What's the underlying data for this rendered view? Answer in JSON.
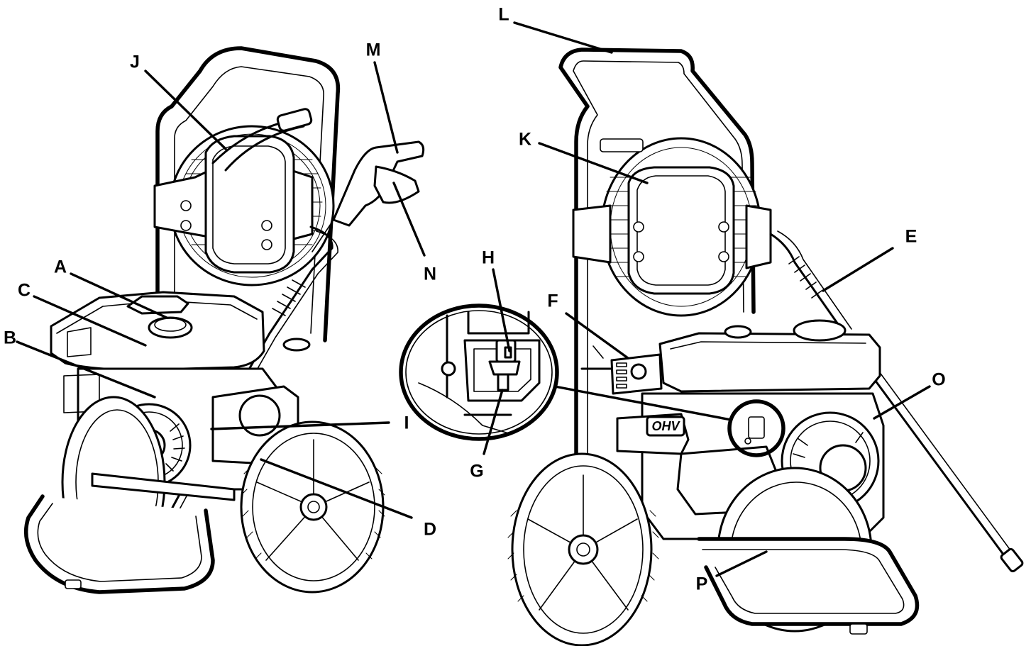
{
  "diagram": {
    "callouts": [
      "A",
      "B",
      "C",
      "D",
      "E",
      "F",
      "G",
      "H",
      "I",
      "J",
      "K",
      "L",
      "M",
      "N",
      "O",
      "P"
    ],
    "engine_badge": "OHV"
  }
}
